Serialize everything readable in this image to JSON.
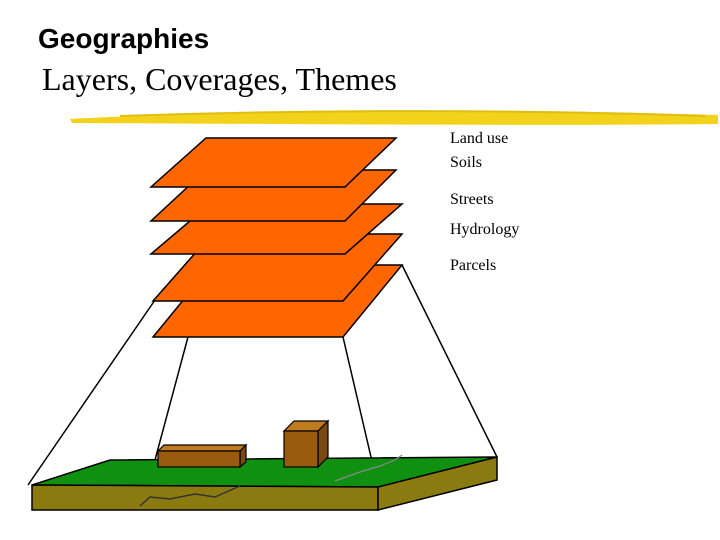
{
  "slide": {
    "title": "Geographies",
    "subtitle": "Layers, Coverages, Themes"
  },
  "layers": [
    {
      "label": "Land use"
    },
    {
      "label": "Soils"
    },
    {
      "label": "Streets"
    },
    {
      "label": "Hydrology"
    },
    {
      "label": "Parcels"
    }
  ],
  "colors": {
    "layer_fill": "#FF6600",
    "ground_top": "#109010",
    "ground_side": "#8A7A10",
    "building": "#9A5A10",
    "underline": "#F2D21A"
  }
}
